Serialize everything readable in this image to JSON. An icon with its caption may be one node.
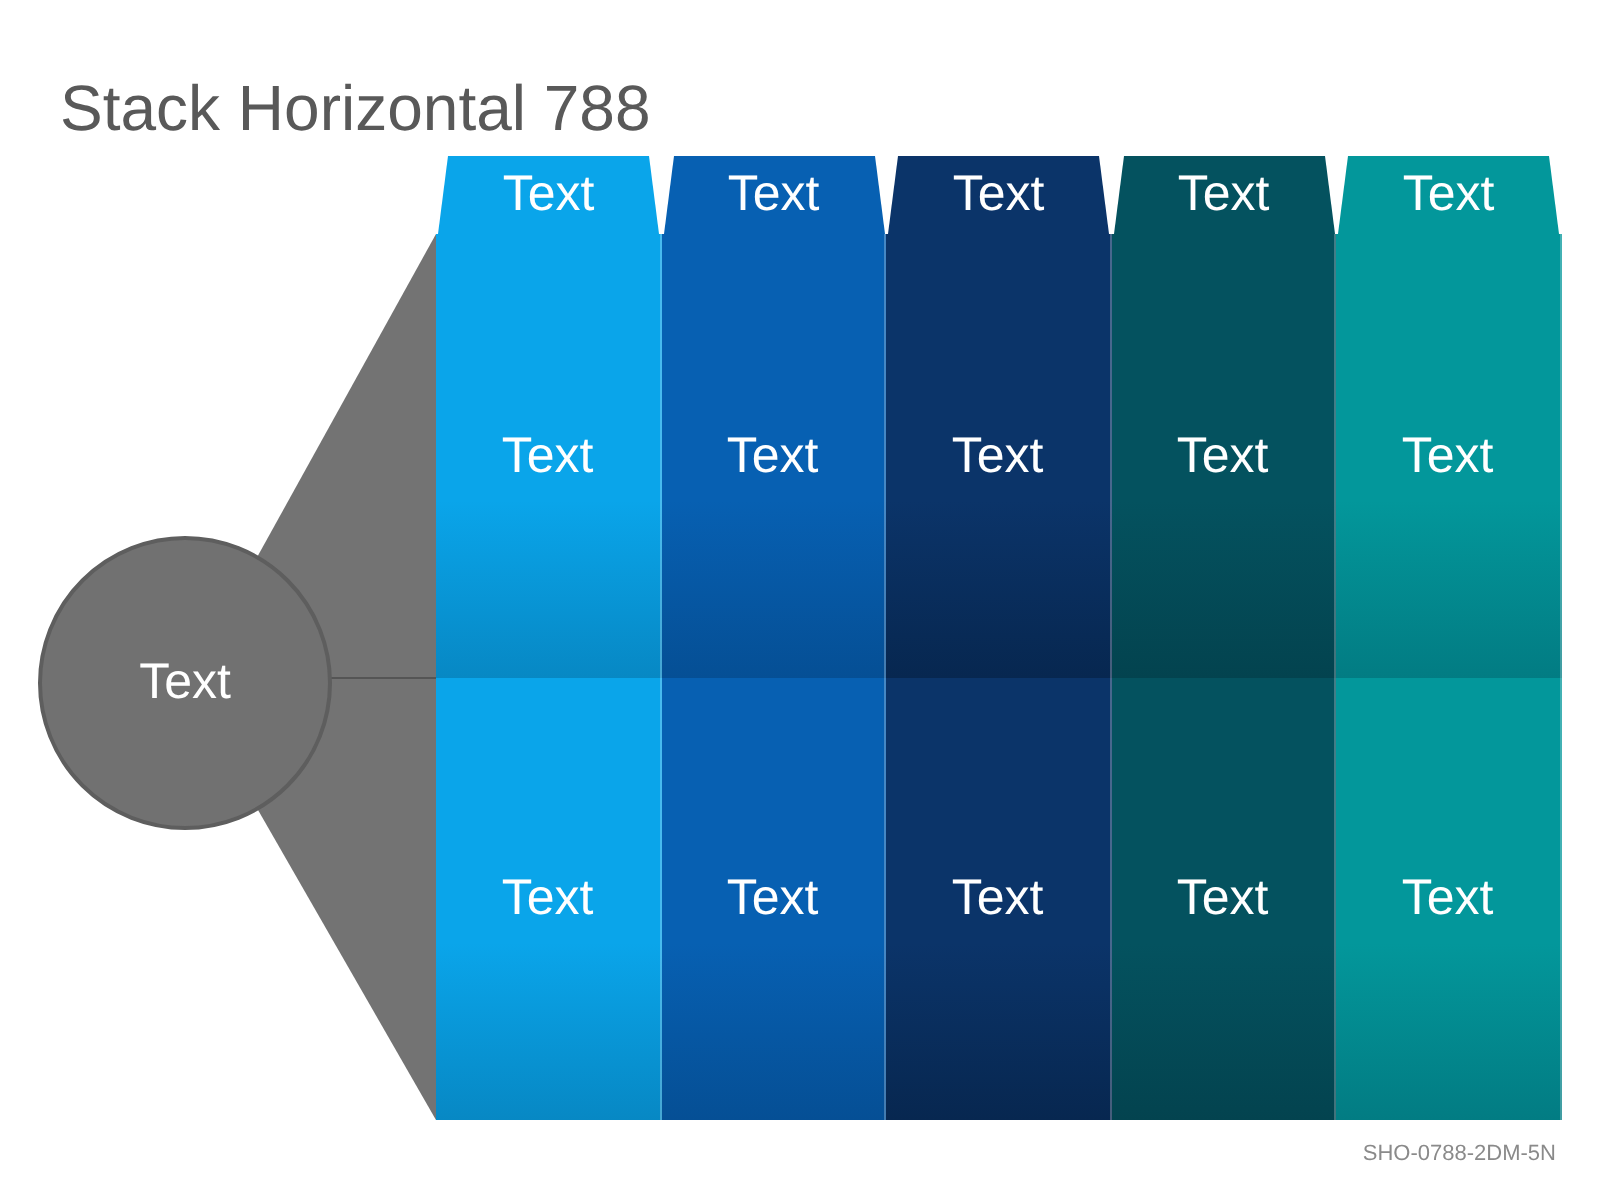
{
  "diagram": {
    "title": "Stack Horizontal 788",
    "nodes": [
      {
        "text": [
          "Text"
        ]
      },
      {
        "text": [
          "Text"
        ]
      },
      {
        "text": [
          "Text"
        ]
      },
      {
        "text": [
          "Text"
        ]
      },
      {
        "text": [
          "Text"
        ]
      },
      {
        "text": [
          "Text"
        ]
      },
      {
        "text": [
          "Text"
        ]
      },
      {
        "text": [
          "Text"
        ]
      },
      {
        "text": [
          "Text"
        ]
      },
      {
        "text": [
          "Text"
        ]
      },
      {
        "text": [
          "Text"
        ]
      },
      {
        "text": [
          "Text"
        ]
      },
      {
        "text": [
          "Text"
        ]
      },
      {
        "text": [
          "Text"
        ]
      },
      {
        "text": [
          "Text"
        ]
      },
      {
        "text": [
          "Text"
        ]
      }
    ],
    "labels": [
      "SHO-0788-2DM-5N"
    ]
  }
}
